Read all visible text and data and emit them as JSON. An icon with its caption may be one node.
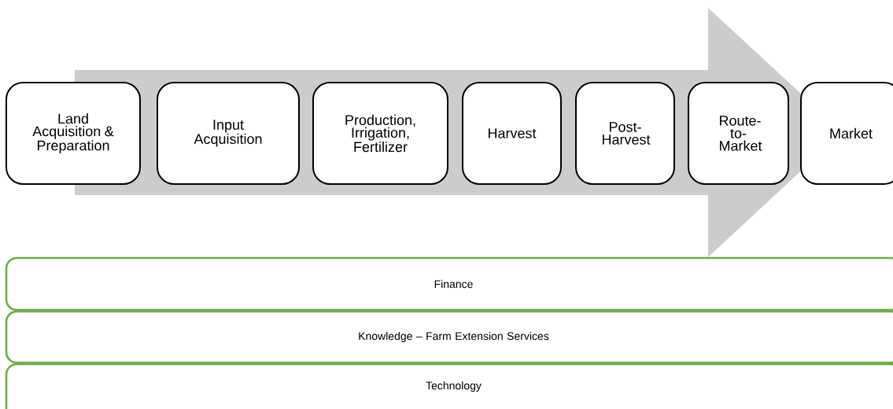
{
  "diagram": {
    "nodes": [
      {
        "text": [
          "Land Acquisition & Preparation"
        ]
      },
      {
        "text": [
          "Input Acquisition"
        ]
      },
      {
        "text": [
          "Production, Irrigation, Fertilizer"
        ]
      },
      {
        "text": [
          "Harvest"
        ]
      },
      {
        "text": [
          "Post-Harvest"
        ]
      },
      {
        "text": [
          "Route-to-Market"
        ]
      },
      {
        "text": [
          "Market"
        ]
      },
      {
        "text": [
          "Finance"
        ]
      },
      {
        "text": [
          "Knowledge – Farm Extension Services"
        ]
      },
      {
        "text": [
          "Technology"
        ]
      }
    ]
  }
}
